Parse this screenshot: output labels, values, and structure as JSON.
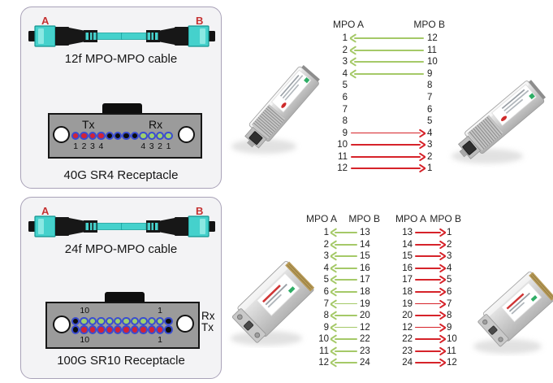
{
  "colors": {
    "aqua": "#45d1cc",
    "aqua_light": "#8ae8e3",
    "aqua_dark": "#13948f",
    "panel_bg": "#f3f3f5",
    "panel_border": "#a9a2b8",
    "label_red": "#c53131",
    "green_arrow": "#a5c968",
    "red_arrow": "#d6232a",
    "pin_ring": "#3a4cd0",
    "pin_red": "#d12338",
    "pin_green": "#9ed06d",
    "pin_black": "#0d0d0d",
    "receptacle_gray": "#9b9b9b"
  },
  "top_panel": {
    "end_a": "A",
    "end_b": "B",
    "cable_caption": "12f MPO-MPO cable",
    "receptacle_caption": "40G SR4 Receptacle",
    "tx_label": "Tx",
    "rx_label": "Rx",
    "pins": [
      "red",
      "red",
      "red",
      "red",
      "black",
      "black",
      "black",
      "black",
      "green",
      "green",
      "green",
      "green"
    ],
    "pin_numbers": [
      "1",
      "2",
      "3",
      "4",
      "",
      "",
      "",
      "",
      "4",
      "3",
      "2",
      "1"
    ]
  },
  "bottom_panel": {
    "end_a": "A",
    "end_b": "B",
    "cable_caption": "24f MPO-MPO cable",
    "receptacle_caption": "100G SR10 Receptacle",
    "rx_label": "Rx",
    "tx_label": "Tx",
    "rx_pins": [
      "black",
      "green",
      "green",
      "green",
      "green",
      "green",
      "green",
      "green",
      "green",
      "green",
      "green",
      "black"
    ],
    "tx_pins": [
      "black",
      "red",
      "red",
      "red",
      "red",
      "red",
      "red",
      "red",
      "red",
      "red",
      "red",
      "black"
    ],
    "rx_numbers": [
      "",
      "10",
      "",
      "",
      "",
      "",
      "",
      "",
      "",
      "",
      "1",
      ""
    ],
    "tx_numbers": [
      "",
      "10",
      "",
      "",
      "",
      "",
      "",
      "",
      "",
      "",
      "1",
      ""
    ]
  },
  "mapping_12f": {
    "header_a": "MPO A",
    "header_b": "MPO B",
    "rows": [
      {
        "a": "1",
        "b": "12",
        "arrow": "left"
      },
      {
        "a": "2",
        "b": "11",
        "arrow": "left"
      },
      {
        "a": "3",
        "b": "10",
        "arrow": "left"
      },
      {
        "a": "4",
        "b": "9",
        "arrow": "left"
      },
      {
        "a": "5",
        "b": "8",
        "arrow": "none"
      },
      {
        "a": "6",
        "b": "7",
        "arrow": "none"
      },
      {
        "a": "7",
        "b": "6",
        "arrow": "none"
      },
      {
        "a": "8",
        "b": "5",
        "arrow": "none"
      },
      {
        "a": "9",
        "b": "4",
        "arrow": "right"
      },
      {
        "a": "10",
        "b": "3",
        "arrow": "right"
      },
      {
        "a": "11",
        "b": "2",
        "arrow": "right"
      },
      {
        "a": "12",
        "b": "1",
        "arrow": "right"
      }
    ]
  },
  "mapping_24f_left": {
    "header_a": "MPO A",
    "header_b": "MPO B",
    "rows": [
      {
        "a": "1",
        "b": "13",
        "arrow": "left"
      },
      {
        "a": "2",
        "b": "14",
        "arrow": "left"
      },
      {
        "a": "3",
        "b": "15",
        "arrow": "left"
      },
      {
        "a": "4",
        "b": "16",
        "arrow": "left"
      },
      {
        "a": "5",
        "b": "17",
        "arrow": "left"
      },
      {
        "a": "6",
        "b": "18",
        "arrow": "left"
      },
      {
        "a": "7",
        "b": "19",
        "arrow": "left"
      },
      {
        "a": "8",
        "b": "20",
        "arrow": "left"
      },
      {
        "a": "9",
        "b": "12",
        "arrow": "left"
      },
      {
        "a": "10",
        "b": "22",
        "arrow": "left"
      },
      {
        "a": "11",
        "b": "23",
        "arrow": "left"
      },
      {
        "a": "12",
        "b": "24",
        "arrow": "left"
      }
    ]
  },
  "mapping_24f_right": {
    "header_a": "MPO A",
    "header_b": "MPO B",
    "rows": [
      {
        "a": "13",
        "b": "1",
        "arrow": "right"
      },
      {
        "a": "14",
        "b": "2",
        "arrow": "right"
      },
      {
        "a": "15",
        "b": "3",
        "arrow": "right"
      },
      {
        "a": "16",
        "b": "4",
        "arrow": "right"
      },
      {
        "a": "17",
        "b": "5",
        "arrow": "right"
      },
      {
        "a": "18",
        "b": "6",
        "arrow": "right"
      },
      {
        "a": "19",
        "b": "7",
        "arrow": "right"
      },
      {
        "a": "20",
        "b": "8",
        "arrow": "right"
      },
      {
        "a": "12",
        "b": "9",
        "arrow": "right"
      },
      {
        "a": "22",
        "b": "10",
        "arrow": "right"
      },
      {
        "a": "23",
        "b": "11",
        "arrow": "right"
      },
      {
        "a": "24",
        "b": "12",
        "arrow": "right"
      }
    ]
  }
}
